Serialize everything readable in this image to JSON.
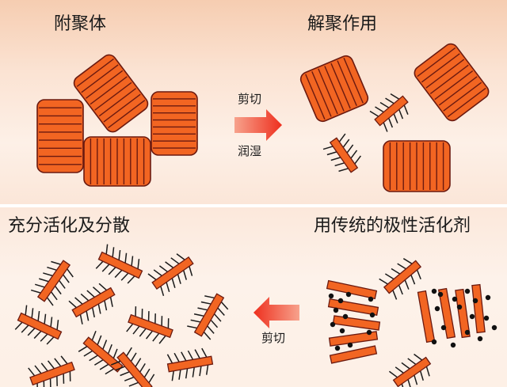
{
  "panels": {
    "top_left_title": "附聚体",
    "top_right_title": "解聚作用",
    "bottom_left_title": "充分活化及分散",
    "bottom_right_title": "用传统的极性活化剂"
  },
  "arrows": {
    "top_above": "剪切",
    "top_below": "润湿",
    "bottom_below": "剪切"
  },
  "colors": {
    "particle_fill": "#f26522",
    "particle_stroke": "#6b1a10",
    "arrow_red": "#ee2f1e",
    "dot": "#111111"
  }
}
